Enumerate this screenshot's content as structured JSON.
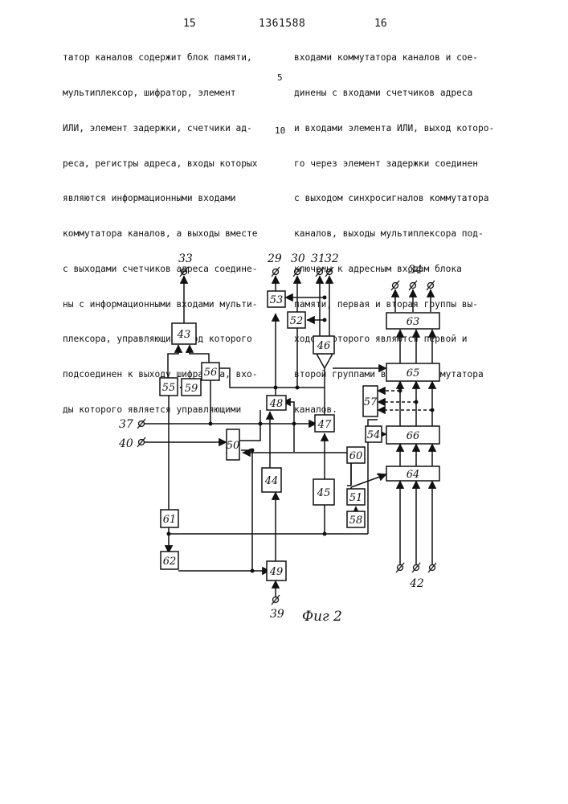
{
  "header": {
    "page_left": "15",
    "doc_number": "1361588",
    "page_right": "16"
  },
  "left_column": [
    "татор каналов содержит блок памяти,",
    "мультиплексор, шифратор, элемент",
    "ИЛИ, элемент задержки, счетчики ад-",
    "реса, регистры адреса, входы которых",
    "являются информационными входами",
    "коммутатора каналов, а выходы вместе",
    "с выходами счетчиков адреса соедине-",
    "ны с информационными входами мульти-",
    "плексора, управляющий вход которого",
    "подсоединен к выходу шифратора, вхо-",
    "ды которого является управляющими"
  ],
  "right_column": [
    "входами коммутатора каналов и сое-",
    "динены с входами счетчиков адреса",
    "и входами элемента ИЛИ, выход которо-",
    "го через элемент задержки соединен",
    "с выходом синхросигналов коммутатора",
    "каналов, выходы мультиплексора под-",
    "ключены к адресным входам блока",
    "памяти, первая и вторая группы вы-",
    "ходов которого являются первой и",
    "второй группами выходов коммутатора",
    "каналов."
  ],
  "line_numbers": [
    "5",
    "10"
  ],
  "figure": {
    "caption": "Фиг 2",
    "blocks": {
      "b43": "43",
      "b44": "44",
      "b45": "45",
      "b46": "46",
      "b47": "47",
      "b48": "48",
      "b49": "49",
      "b50": "50",
      "b51": "51",
      "b52": "52",
      "b53": "53",
      "b54": "54",
      "b55": "55",
      "b56": "56",
      "b57": "57",
      "b58": "58",
      "b59": "59",
      "b60": "60",
      "b61": "61",
      "b62": "62",
      "b63": "63",
      "b64": "64",
      "b65": "65",
      "b66": "66"
    },
    "terminals": {
      "t33": "33",
      "t29": "29",
      "t30": "30",
      "t31": "31",
      "t32": "32",
      "t34": "34",
      "t37": "37",
      "t40": "40",
      "t39": "39",
      "t42": "42"
    }
  }
}
